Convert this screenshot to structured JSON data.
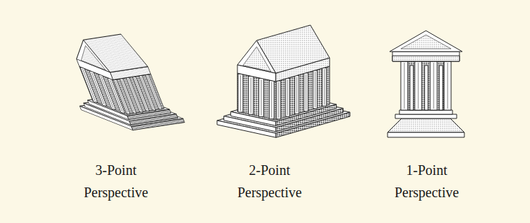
{
  "diagram": {
    "labels": [
      "3-Point Perspective",
      "2-Point Perspective",
      "1-Point Perspective"
    ]
  }
}
